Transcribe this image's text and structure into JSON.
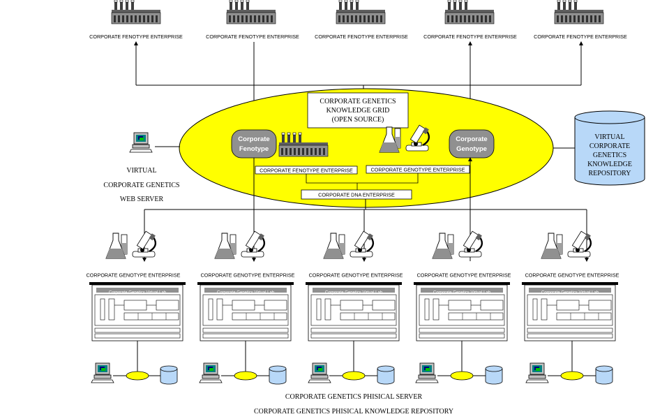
{
  "fenotype_label": "CORPORATE FENOTYPE ENTERPRISE",
  "genotype_label": "CORPORATE GENOTYPE ENTERPRISE",
  "grid": {
    "title_line1": "CORPORATE GENETICS",
    "title_line2": "KNOWLEDGE GRID",
    "title_line3": "(OPEN SOURCE)",
    "fenotype_node_line1": "Corporate",
    "fenotype_node_line2": "Fenotype",
    "genotype_node_line1": "Corporate",
    "genotype_node_line2": "Genotype",
    "fenotype_enterprise": "CORPORATE FENOTYPE ENTERPRISE",
    "genotype_enterprise": "CORPORATE GENOTYPE ENTERPRISE",
    "dna_enterprise": "CORPORATE DNA ENTERPRISE"
  },
  "repository": {
    "line1": "VIRTUAL",
    "line2": "CORPORATE",
    "line3": "GENETICS",
    "line4": "KNOWLEDGE",
    "line5": "REPOSITORY"
  },
  "web_server": {
    "line1": "VIRTUAL",
    "line2": "CORPORATE GENETICS",
    "line3": "WEB SERVER"
  },
  "virtual_lab_title": "Corporate Genetics Virtual Lab",
  "bottom": {
    "server_label": "CORPORATE GENETICS PHISICAL SERVER",
    "repository_label": "CORPORATE GENETICS PHISICAL KNOWLEDGE REPOSITORY"
  },
  "colors": {
    "ellipse": "#ffff00",
    "node": "#909090",
    "cylinder": "#b8d8f8",
    "bus_node": "#ffff00"
  }
}
